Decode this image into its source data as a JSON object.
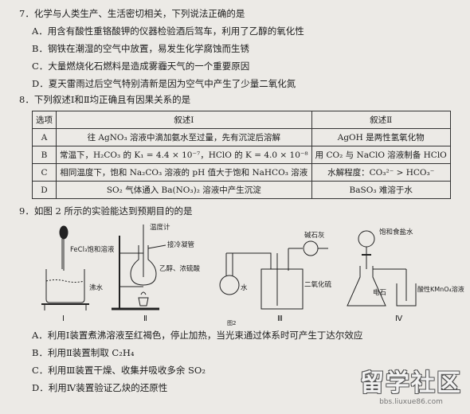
{
  "q7": {
    "stem": "7．化学与人类生产、生活密切相关，下列说法正确的是",
    "options": [
      "A．用含有酸性重铬酸钾的仪器检验酒后驾车，利用了乙醇的氧化性",
      "B．钢铁在潮湿的空气中放置，易发生化学腐蚀而生锈",
      "C．大量燃烧化石燃料是造成雾霾天气的一个重要原因",
      "D．夏天雷雨过后空气特别清新是因为空气中产生了少量二氧化氮"
    ]
  },
  "q8": {
    "stem": "8．下列叙述Ⅰ和Ⅱ均正确且有因果关系的是",
    "headers": [
      "选项",
      "叙述Ⅰ",
      "叙述Ⅱ"
    ],
    "rows": [
      {
        "opt": "A",
        "s1": "往 AgNO₃ 溶液中滴加氨水至过量，先有沉淀后溶解",
        "s2": "AgOH 是两性氢氧化物"
      },
      {
        "opt": "B",
        "s1": "常温下，H₂CO₃ 的 K₁ = 4.4 × 10⁻⁷，HClO 的 K = 4.0 × 10⁻⁸",
        "s2": "用 CO₂ 与 NaClO 溶液制备 HClO"
      },
      {
        "opt": "C",
        "s1": "相同温度下，饱和 Na₂CO₃ 溶液的 pH 值大于饱和 NaHCO₃ 溶液",
        "s2": "水解程度：CO₃²⁻ > HCO₃⁻"
      },
      {
        "opt": "D",
        "s1": "SO₂ 气体通入 Ba(NO₃)₂ 溶液中产生沉淀",
        "s2": "BaSO₃ 难溶于水"
      }
    ]
  },
  "q9": {
    "stem": "9．如图 2 所示的实验能达到预期目的的是",
    "figure": {
      "caption": "图2",
      "roman": [
        "Ⅰ",
        "Ⅱ",
        "Ⅲ",
        "Ⅳ"
      ],
      "labels": {
        "fecl3": "FeCl₃饱和溶液",
        "boiling_water": "沸水",
        "thermometer": "温度计",
        "condenser": "接冷凝管",
        "ethanol_acid": "乙醇、浓硫酸",
        "water": "水",
        "soda_lime": "碱石灰",
        "so2": "二氧化硫",
        "brine": "饱和食盐水",
        "carbide": "电石",
        "kmno4": "酸性KMnO₄溶液"
      }
    },
    "options": [
      "A．利用Ⅰ装置煮沸溶液至红褐色，停止加热，当光束通过体系时可产生丁达尔效应",
      "B．利用Ⅱ装置制取 C₂H₄",
      "C．利用Ⅲ装置干燥、收集并吸收多余 SO₂",
      "D．利用Ⅳ装置验证乙炔的还原性"
    ]
  },
  "watermark": {
    "text": "留学社区",
    "url": "bbs.liuxue86.com"
  }
}
